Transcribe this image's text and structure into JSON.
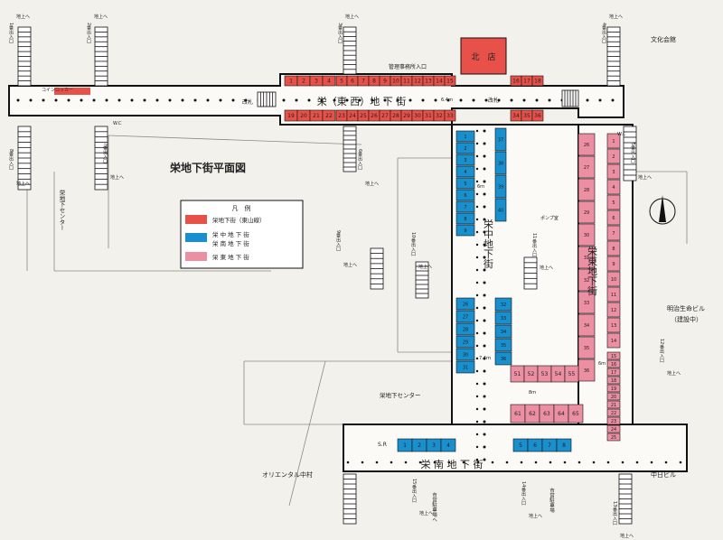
{
  "title": "栄地下街平面図",
  "legend": {
    "heading": "凡　例",
    "items": [
      {
        "label": "栄地下街（東山線）",
        "color": "#e8514a"
      },
      {
        "label": "栄 中 地 下 街",
        "color": "#1a8fce"
      },
      {
        "label": "栄 南 地 下 街",
        "color": "#1a8fce"
      },
      {
        "label": "栄 東 地 下 街",
        "color": "#ec8fa3"
      }
    ]
  },
  "districts": {
    "east_west": "栄（東 西）地 下 街",
    "naka": "栄中地下街",
    "higashi": "栄東地下街",
    "minami": "栄 南 地 下 街"
  },
  "buildings": {
    "bunka_kaikan": "文化会館",
    "meiji_seimei": "明治生命ビル",
    "under_construction": "（建設中）",
    "oriental": "オリエンタル中村",
    "chunichi": "中日ビル",
    "sakae_center": "栄地下センター",
    "store": "北　店"
  },
  "exits": [
    {
      "num": "1番出入口",
      "up": "地上へ"
    },
    {
      "num": "2番出入口",
      "up": "地上へ"
    },
    {
      "num": "3番出入口",
      "up": "地上へ"
    },
    {
      "num": "4番出入口",
      "up": "地上へ"
    },
    {
      "num": "5番出入口",
      "up": "地上へ"
    },
    {
      "num": "6番出入口",
      "up": "地上へ"
    },
    {
      "num": "7番出入口",
      "up": "地上へ"
    },
    {
      "num": "8番出入口",
      "up": "地上へ"
    },
    {
      "num": "9番出入口",
      "up": "地上へ"
    },
    {
      "num": "10番出入口",
      "up": "地上へ"
    },
    {
      "num": "11番出入口",
      "up": "地上へ"
    },
    {
      "num": "12番出入口",
      "up": "地上へ"
    },
    {
      "num": "13番出入口",
      "up": "地上へ"
    },
    {
      "num": "14番出入口",
      "up": "地上へ"
    },
    {
      "num": "15番出入口",
      "up": "地上へ"
    }
  ],
  "labels": {
    "kanri": "管理事務所入口",
    "kaisatsu": "改札",
    "wc": "W.C",
    "pump": "ポンプ室",
    "sr": "S.R",
    "coin_locker": "コインロッカー",
    "parking": "市営駐車場へ",
    "pref_parking": "市営駐車場",
    "width_6": "6ｍ",
    "width_64": "6.4ｍ",
    "width_74": "7.4ｍ",
    "width_8": "8ｍ",
    "sakae_center_v": "栄地下センター"
  },
  "shops": {
    "ew_top": [
      "1",
      "2",
      "3",
      "4",
      "5",
      "6",
      "7",
      "8",
      "9",
      "10",
      "11",
      "12",
      "13",
      "14",
      "15",
      "16",
      "17",
      "18"
    ],
    "ew_bottom": [
      "19",
      "20",
      "21",
      "22",
      "23",
      "24",
      "25",
      "26",
      "27",
      "28",
      "29",
      "30",
      "31",
      "32",
      "33",
      "34",
      "35",
      "36"
    ],
    "naka_west_upper": [
      "1",
      "2",
      "3",
      "4",
      "5",
      "6",
      "7",
      "8",
      "9"
    ],
    "naka_east_upper": [
      "37",
      "38",
      "39",
      "40"
    ],
    "naka_west_lower": [
      "26",
      "27",
      "28",
      "29",
      "30",
      "31"
    ],
    "naka_east_lower": [
      "32",
      "33",
      "34",
      "35",
      "36"
    ],
    "higashi_mid": [
      "51",
      "52",
      "53",
      "54",
      "55"
    ],
    "higashi_low": [
      "61",
      "62",
      "63",
      "64",
      "65"
    ],
    "minami_west": [
      "1",
      "2",
      "3",
      "4"
    ],
    "minami_east": [
      "5",
      "6",
      "7",
      "8"
    ],
    "higashi_col": [
      "26",
      "27",
      "28",
      "29",
      "30",
      "31",
      "32",
      "33",
      "34",
      "35",
      "36"
    ],
    "higashi_right": [
      "1",
      "2",
      "3",
      "4",
      "5",
      "6",
      "7",
      "8",
      "9",
      "10",
      "11",
      "12",
      "13",
      "14",
      "15",
      "16",
      "17",
      "18",
      "19",
      "20",
      "21",
      "22",
      "23",
      "24",
      "25"
    ]
  }
}
